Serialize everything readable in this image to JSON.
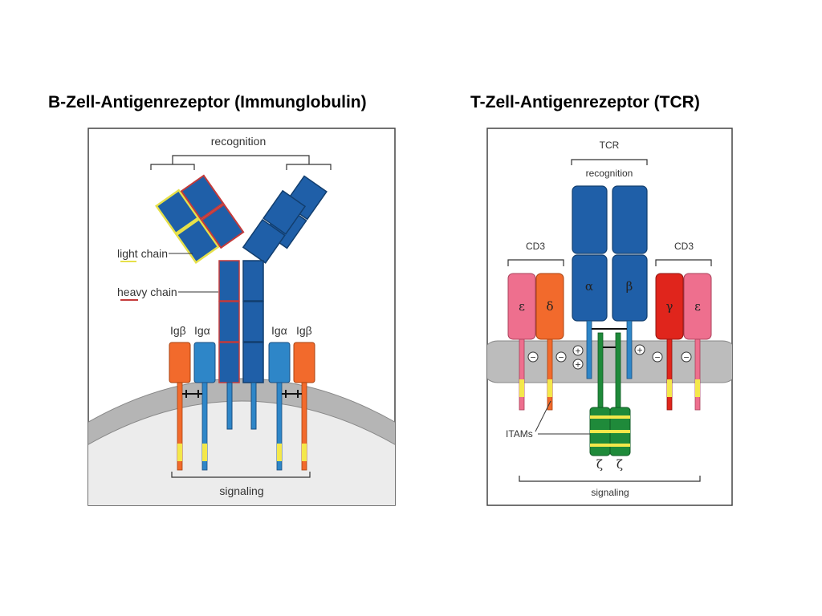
{
  "titles": {
    "b_cell": "B-Zell-Antigenrezeptor (Immunglobulin)",
    "t_cell": "T-Zell-Antigenrezeptor (TCR)"
  },
  "bcr": {
    "recognition": "recognition",
    "light_chain": "light chain",
    "heavy_chain": "heavy chain",
    "ig_beta": "Igβ",
    "ig_alpha": "Igα",
    "signaling": "signaling"
  },
  "tcr": {
    "tcr": "TCR",
    "recognition": "recognition",
    "cd3": "CD3",
    "epsilon": "ε",
    "delta": "δ",
    "gamma": "γ",
    "alpha": "α",
    "beta": "β",
    "zeta": "ζ",
    "minus": "−",
    "plus": "+",
    "itams": "ITAMs",
    "signaling": "signaling"
  },
  "colors": {
    "chain_blue": "#1f5fa8",
    "light_blue": "#2e86c8",
    "orange": "#f26a2c",
    "pink": "#ee6f8e",
    "red": "#e0251c",
    "green": "#1f8a3a",
    "yellow": "#f4e84a",
    "membrane": "#b8b8b8"
  }
}
